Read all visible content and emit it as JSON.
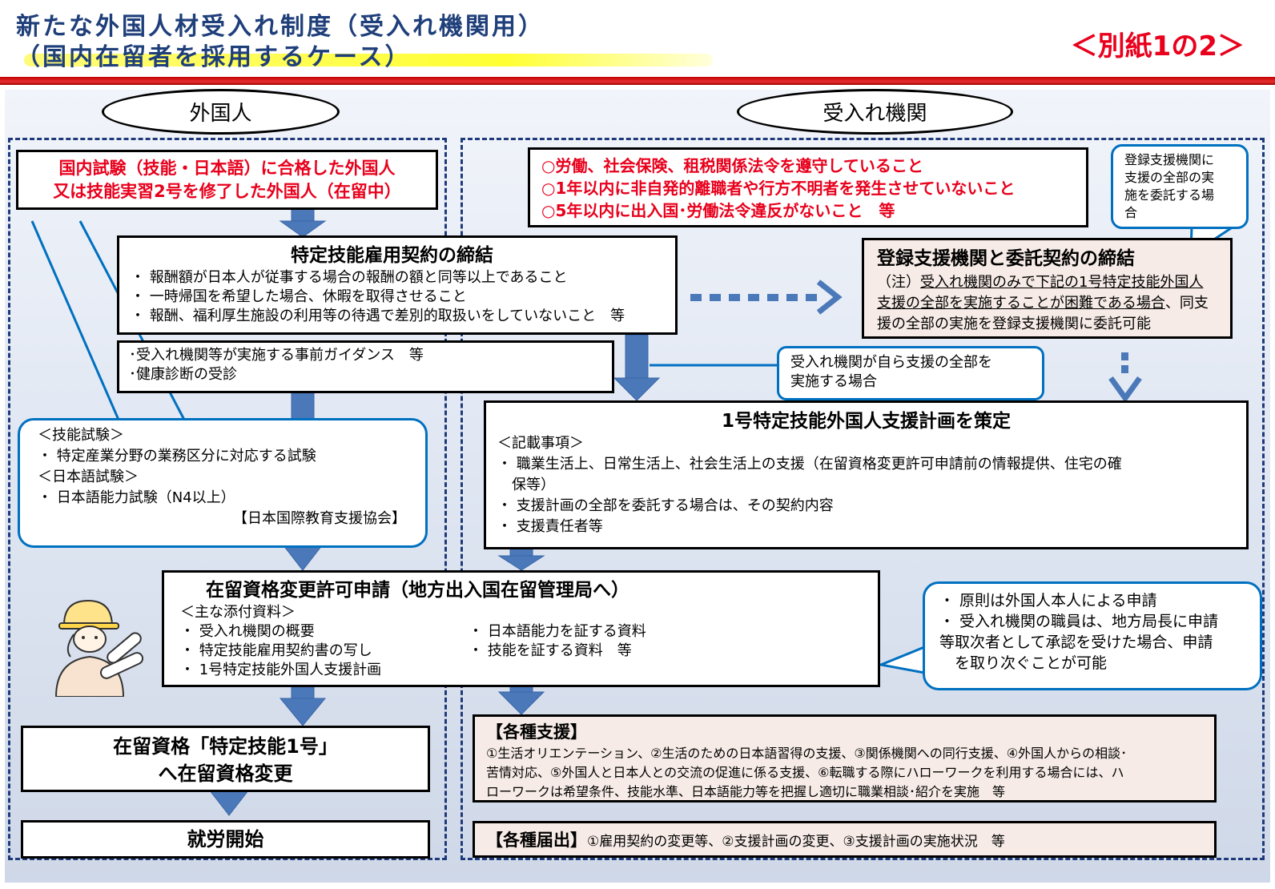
{
  "header": {
    "title_line1": "新たな外国人材受入れ制度（受入れ機関用）",
    "title_line2": "（国内在留者を採用するケース）",
    "appendix": "＜別紙1の2＞"
  },
  "columns": {
    "left_label": "外国人",
    "right_label": "受入れ機関"
  },
  "foreigner_box": {
    "line1": "国内試験（技能・日本語）に合格した外国人",
    "line2": "又は技能実習2号を修了した外国人（在留中）"
  },
  "contract": {
    "title": "特定技能雇用契約の締結",
    "items": [
      "・ 報酬額が日本人が従事する場合の報酬の額と同等以上であること",
      "・ 一時帰国を希望した場合、休暇を取得させること",
      "・ 報酬、福利厚生施設の利用等の待遇で差別的取扱いをしていないこと　等"
    ]
  },
  "guidance": {
    "items": [
      "･受入れ機関等が実施する事前ガイダンス　等",
      "･健康診断の受診"
    ]
  },
  "tests_bubble": {
    "lines": [
      "＜技能試験＞",
      "・ 特定産業分野の業務区分に対応する試験",
      "＜日本語試験＞",
      "・ 日本語能力試験（N4以上）"
    ],
    "org": "【日本国際教育支援協会】"
  },
  "requirements": {
    "lines": [
      "○労働、社会保険、租税関係法令を遵守していること",
      "○1年以内に非自発的離職者や行方不明者を発生させていないこと",
      "○5年以内に出入国･労働法令違反がないこと　等"
    ]
  },
  "delegate_bubble": {
    "lines": [
      "登録支援機関に",
      "支援の全部の実",
      "施を委託する場",
      "合"
    ]
  },
  "registered_org": {
    "title": "登録支援機関と委託契約の締結",
    "note_prefix": "（注）",
    "note_line1": "受入れ機関のみで下記の1号特定技能外国人",
    "note_line2_u": "支援の全部を実施することが困難である場合",
    "note_line2_rest": "、同支",
    "note_line3": "援の全部の実施を登録支援機関に委託可能"
  },
  "self_support_bubble": {
    "lines": [
      "受入れ機関が自ら支援の全部を",
      "実施する場合"
    ]
  },
  "plan": {
    "title": "1号特定技能外国人支援計画を策定",
    "subtitle": "＜記載事項＞",
    "items": [
      "・ 職業生活上、日常生活上、社会生活上の支援（在留資格変更許可申請前の情報提供、住宅の確",
      "　保等）",
      "・ 支援計画の全部を委託する場合は、その契約内容",
      "・ 支援責任者等"
    ]
  },
  "application": {
    "title": "在留資格変更許可申請（地方出入国在留管理局へ）",
    "subtitle": "＜主な添付資料＞",
    "left_items": [
      "・ 受入れ機関の概要",
      "・ 特定技能雇用契約書の写し",
      "・ 1号特定技能外国人支援計画"
    ],
    "right_items": [
      "・ 日本語能力を証する資料",
      "・ 技能を証する資料　等"
    ]
  },
  "applicant_bubble": {
    "lines": [
      "・ 原則は外国人本人による申請",
      "・ 受入れ機関の職員は、地方局長に申請",
      "等取次者として承認を受けた場合、申請",
      "　を取り次ぐことが可能"
    ]
  },
  "status_change": {
    "line1": "在留資格「特定技能1号」",
    "line2": "へ在留資格変更"
  },
  "work_start": {
    "label": "就労開始"
  },
  "support": {
    "title": "【各種支援】",
    "lines": [
      "①生活オリエンテーション、②生活のための日本語習得の支援、③関係機関への同行支援、④外国人からの相談･",
      "苦情対応、⑤外国人と日本人との交流の促進に係る支援、⑥転職する際にハローワークを利用する場合には、ハ",
      "ローワークは希望条件、技能水準、日本語能力等を把握し適切に職業相談･紹介を実施　等"
    ]
  },
  "notifications": {
    "title": "【各種届出】",
    "text": "①雇用契約の変更等、②支援計画の変更、③支援計画の実施状況　等"
  },
  "colors": {
    "arrow": "#4a78b8",
    "red": "#e8001c",
    "bubble_border": "#0070c0",
    "dashed": "#1f3a7a"
  },
  "icons": {
    "worker": "worker-illustration-icon"
  }
}
